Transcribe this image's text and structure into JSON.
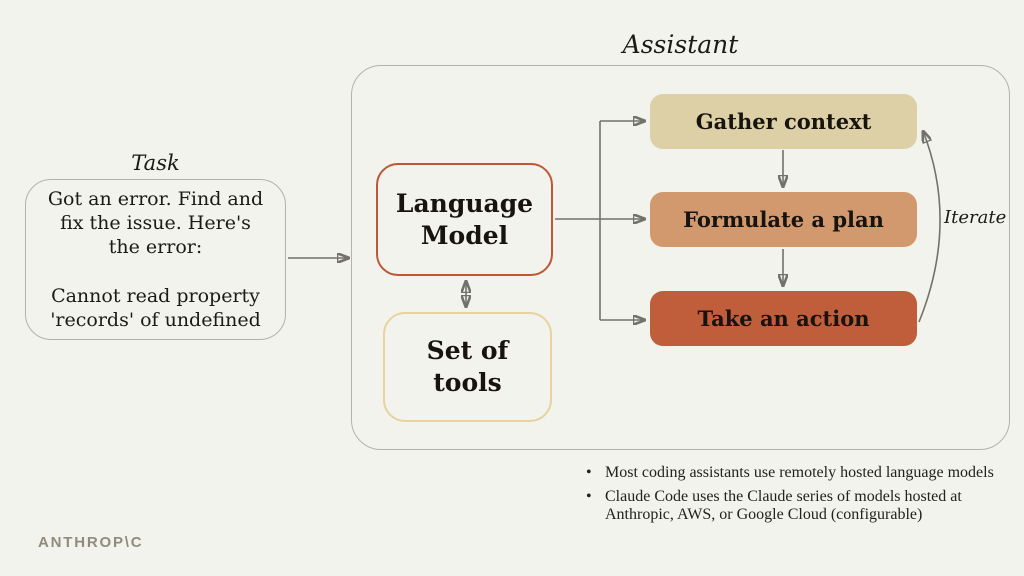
{
  "colors": {
    "background": "#f2f3ec",
    "border_gray": "#b3b3ab",
    "arrow_gray": "#72726b",
    "language_model_border": "#bf5636",
    "tools_border": "#e7d2a0",
    "text_dark": "#17130e",
    "logo_gray": "#8f8c7e"
  },
  "task": {
    "label": "Task",
    "text": "Got an error. Find and\nfix the issue. Here's\nthe error:\n\nCannot read property\n'records' of undefined"
  },
  "assistant": {
    "label": "Assistant",
    "language_model_label": "Language\nModel",
    "tools_label": "Set of\ntools",
    "steps": [
      {
        "label": "Gather context",
        "fill": "#ddd0a6"
      },
      {
        "label": "Formulate a plan",
        "fill": "#d3996e"
      },
      {
        "label": "Take an action",
        "fill": "#c05e3b"
      }
    ],
    "iterate_label": "Iterate"
  },
  "notes": {
    "bullet_glyph": "•",
    "items": [
      "Most coding assistants use remotely hosted language models",
      "Claude Code uses the Claude series of models hosted at Anthropic, AWS, or Google Cloud (configurable)"
    ]
  },
  "logo": "ANTHROP\\C"
}
